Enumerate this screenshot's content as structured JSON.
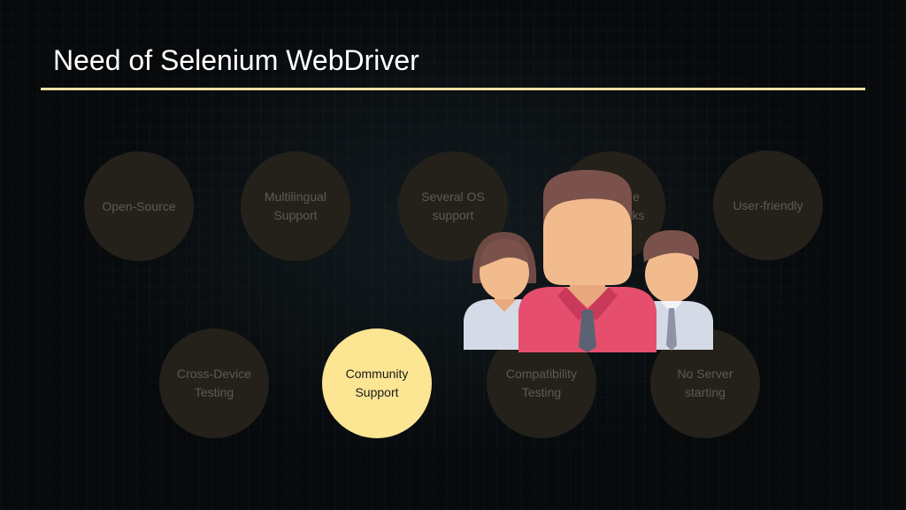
{
  "slide": {
    "title": "Need of Selenium WebDriver"
  },
  "features": [
    {
      "label": "Open-Source"
    },
    {
      "label": "Multilingual\nSupport"
    },
    {
      "label": "Several OS\nsupport"
    },
    {
      "label": "e\nrks"
    },
    {
      "label": "User-friendly"
    },
    {
      "label": "Cross-Device\nTesting"
    },
    {
      "label": "Community\nSupport",
      "active": true
    },
    {
      "label": "Compatibility\nTesting"
    },
    {
      "label": "No Server\nstarting"
    }
  ],
  "colors": {
    "accent_rule": "#f3dfa6",
    "active_circle": "#fce593",
    "inactive_circle": "#24211b"
  },
  "icons": {
    "illustration": "community-people-icon"
  }
}
